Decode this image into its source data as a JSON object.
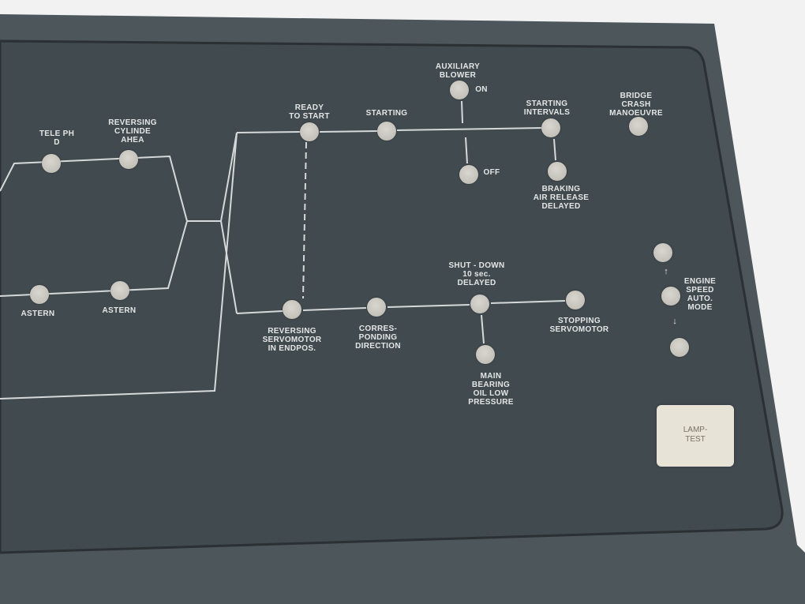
{
  "panel": {
    "colors": {
      "panel": "#414a4f",
      "frame": "#4f585d",
      "lamp": "#c9c7bf",
      "label": "#e4e6e6"
    },
    "labels": {
      "telegraph": [
        "TELE   PH",
        "D"
      ],
      "reversing_cylinder": [
        "REVERSING",
        "CYLINDE",
        "AHEA"
      ],
      "astern_1": [
        "ASTERN"
      ],
      "astern_2": [
        "ASTERN"
      ],
      "ready_to_start": [
        "READY",
        "TO START"
      ],
      "starting": [
        "STARTING"
      ],
      "auxiliary_blower": [
        "AUXILIARY",
        "BLOWER"
      ],
      "blower_on": [
        "ON"
      ],
      "blower_off": [
        "OFF"
      ],
      "starting_intervals": [
        "STARTING",
        "INTERVALS"
      ],
      "bridge_crash": [
        "BRIDGE",
        "CRASH",
        "MANOEUVRE"
      ],
      "braking_air": [
        "BRAKING",
        "AIR RELEASE",
        "DELAYED"
      ],
      "shut_down": [
        "SHUT - DOWN",
        "10  sec.",
        "DELAYED"
      ],
      "reversing_servomotor": [
        "REVERSING",
        "SERVOMOTOR",
        "IN ENDPOS."
      ],
      "corresponding": [
        "CORRES-",
        "PONDING",
        "DIRECTION"
      ],
      "stopping_servomotor": [
        "STOPPING",
        "SERVOMOTOR"
      ],
      "main_bearing": [
        "MAIN",
        "BEARING",
        "OIL  LOW",
        "PRESSURE"
      ],
      "engine_speed": [
        "ENGINE",
        "SPEED",
        "AUTO.",
        "MODE"
      ]
    },
    "arrows": {
      "up": "↑",
      "down": "↓"
    },
    "lamp_test": [
      "LAMP-",
      "TEST"
    ]
  }
}
